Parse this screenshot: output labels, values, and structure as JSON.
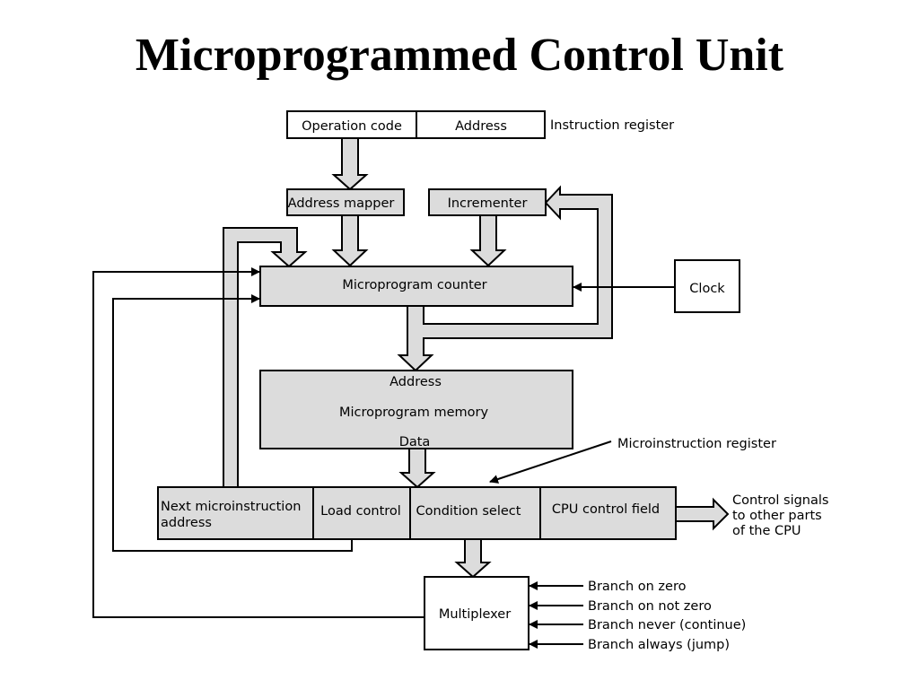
{
  "title": "Microprogrammed Control Unit",
  "colors": {
    "box_fill": "#dcdcdc",
    "stroke": "#000000",
    "white_box": "#ffffff",
    "bus_fill": "#dcdcdc"
  },
  "instruction_register": {
    "opcode": "Operation code",
    "address": "Address",
    "label": "Instruction register"
  },
  "address_mapper": "Address mapper",
  "incrementer": "Incrementer",
  "microprogram_counter": "Microprogram counter",
  "clock": "Clock",
  "memory": {
    "address": "Address",
    "name": "Microprogram memory",
    "data": "Data"
  },
  "microinstruction_register_label": "Microinstruction register",
  "microinstruction_fields": {
    "next_line1": "Next microinstruction",
    "next_line2": "address",
    "load_control": "Load control",
    "condition_select": "Condition select",
    "cpu_control_field": "CPU control field"
  },
  "control_signals": [
    "Control signals",
    "to other parts",
    "of the CPU"
  ],
  "multiplexer": "Multiplexer",
  "branch_inputs": [
    "Branch on zero",
    "Branch on not zero",
    "Branch never (continue)",
    "Branch always (jump)"
  ]
}
